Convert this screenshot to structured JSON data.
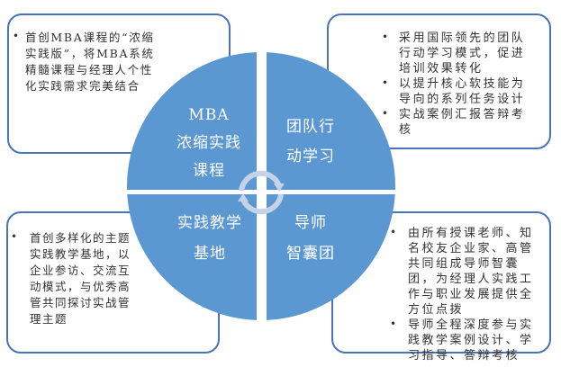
{
  "colors": {
    "quadrant": "#5b97d1",
    "border": "#4a74b8",
    "cycle": "#c5d3e6"
  },
  "quadrants": {
    "top_left": {
      "line1": "MBA",
      "line2": "浓缩实践",
      "line3": "课程"
    },
    "top_right": {
      "line1": "团队行",
      "line2": "动学习"
    },
    "bottom_left": {
      "line1": "实践教学",
      "line2": "基地"
    },
    "bottom_right": {
      "line1": "导师",
      "line2": "智囊团"
    }
  },
  "center_icon": "cycle-arrows-icon",
  "boxes": {
    "top_left": [
      "首创MBA课程的“浓缩实践版”，将MBA系统精髓课程与经理人个性化实践需求完美结合"
    ],
    "top_right": [
      "采用国际领先的团队行动学习模式，促进培训效果转化",
      "以提升核心软技能为导向的系列任务设计",
      "实战案例汇报答辩考核"
    ],
    "bottom_left": [
      "首创多样化的主题实践教学基地，以企业参访、交流互动模式，与优秀高管共同探讨实战管理主题"
    ],
    "bottom_right": [
      "由所有授课老师、知名校友企业家、高管共同组成导师智囊团，为经理人实践工作与职业发展提供全方位点拨",
      "导师全程深度参与实践教学案例设计、学习指导、答辩考核"
    ]
  }
}
